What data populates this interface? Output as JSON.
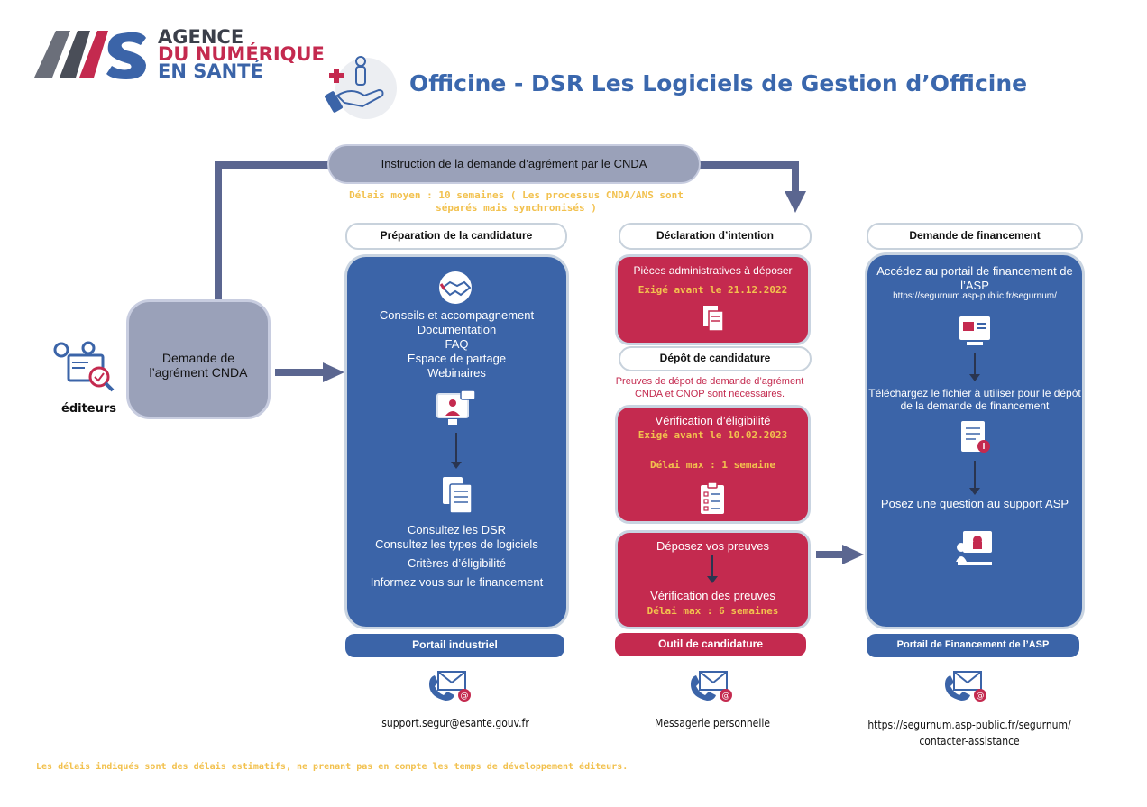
{
  "logo": {
    "line1": "AGENCE",
    "line2": "DU NUMÉRIQUE",
    "line3": "EN SANTÉ"
  },
  "title": "Officine - DSR Les Logiciels de Gestion d’Officine",
  "editeurs": {
    "label": "éditeurs",
    "box": "Demande de l’agrément CNDA"
  },
  "instruction": {
    "label": "Instruction de la demande d’agrément par le CNDA",
    "delay": "Délais moyen : 10 semaines ( Les processus CNDA/ANS sont séparés mais synchronisés )"
  },
  "col1": {
    "header": "Préparation de la candidature",
    "items_top": [
      "Conseils et accompagnement",
      "Documentation",
      "FAQ",
      "Espace de partage",
      "Webinaires"
    ],
    "items_bottom": [
      "Consultez les DSR",
      "Consultez les types de logiciels",
      "Critères d’éligibilité",
      "Informez vous sur le financement"
    ],
    "footer": "Portail industriel",
    "contact": "support.segur@esante.gouv.fr"
  },
  "col2": {
    "header": "Déclaration d’intention",
    "box1_title": "Pièces administratives à déposer",
    "box1_deadline": "Exigé avant le 21.12.2022",
    "depot_header": "Dépôt de candidature",
    "depot_note": "Preuves de dépot de demande d’agrément CNDA et CNOP sont nécessaires.",
    "box2_title": "Vérification d’éligibilité",
    "box2_deadline": "Exigé avant le 10.02.2023",
    "box2_delay": "Délai max : 1 semaine",
    "box3_step1": "Déposez vos preuves",
    "box3_step2": "Vérification des preuves",
    "box3_delay": "Délai max : 6 semaines",
    "footer": "Outil de candidature",
    "contact": "Messagerie personnelle"
  },
  "col3": {
    "header": "Demande de financement",
    "step1": "Accédez au portail de financement de l’ASP",
    "step1_url": "https://segurnum.asp-public.fr/segurnum/",
    "step2": "Téléchargez le fichier à utiliser pour le dépôt de la demande de financement",
    "step3": "Posez une question au support ASP",
    "footer": "Portail de Financement de l’ASP",
    "contact_line1": "https://segurnum.asp-public.fr/segurnum/",
    "contact_line2": "contacter-assistance"
  },
  "footnote": "Les délais indiqués sont des délais estimatifs, ne prenant pas en compte les temps de développement éditeurs.",
  "colors": {
    "blue": "#3b64a8",
    "red": "#c42a4f",
    "grey_box": "#9aa1b9",
    "arrow": "#5b6690",
    "yellow": "#f2c14e",
    "title_blue": "#3a67ad"
  }
}
